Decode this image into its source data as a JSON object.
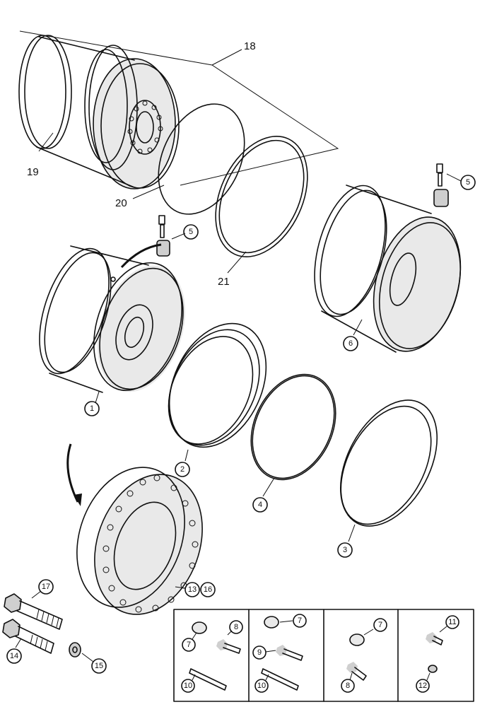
{
  "callouts": {
    "c1": "1",
    "c2": "2",
    "c3": "3",
    "c4": "4",
    "c5a": "5",
    "c5b": "5",
    "c6": "6",
    "c13": "13",
    "c16": "16",
    "c14": "14",
    "c15": "15",
    "c17": "17",
    "c18": "18",
    "c19": "19",
    "c20": "20",
    "c21": "21"
  },
  "kits": [
    {
      "top_right": "8",
      "top_left": "7",
      "bottom": "10"
    },
    {
      "top_right": "7",
      "top_left": "9",
      "bottom": "10"
    },
    {
      "top_right": "7",
      "bottom": "8"
    },
    {
      "top_right": "11",
      "bottom": "12"
    }
  ],
  "colors": {
    "line": "#111111",
    "shade": "#cfcfcf",
    "background": "#ffffff"
  }
}
